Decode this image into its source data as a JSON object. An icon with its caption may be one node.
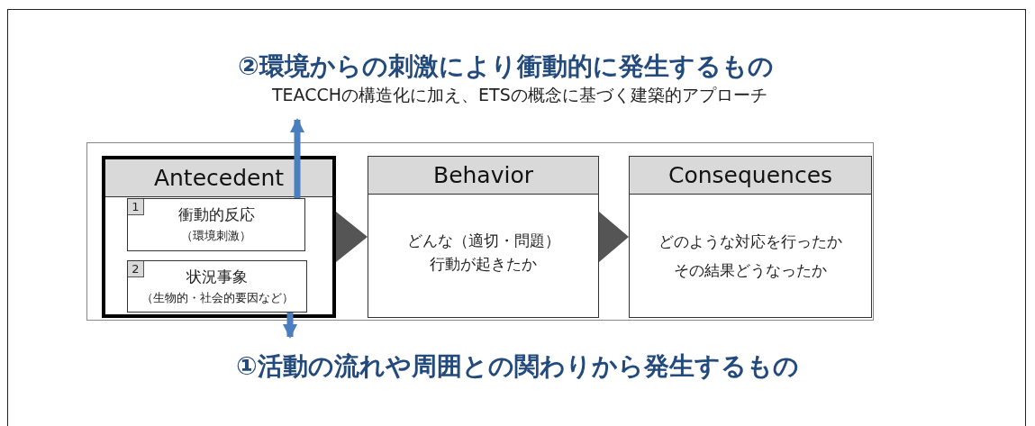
{
  "diagram": {
    "nodes": [
      {
        "text": [
          "②環境からの刺激により衝動的に発生するもの",
          "TEACCHの構造化に加え、ETSの概念に基づく建築的アプローチ"
        ]
      },
      {
        "text": [],
        "shape": "box"
      },
      {
        "text": [
          "Antecedent"
        ],
        "in": 1
      },
      {
        "text": [
          "1",
          "衝動的反応",
          "（環境刺激）"
        ],
        "in": 2
      },
      {
        "text": [
          "2",
          "状況事象",
          "（生物的・社会的要因など）"
        ],
        "in": 2
      },
      {
        "text": [
          "Behavior",
          "どんな（適切・問題）行動が起きたか"
        ],
        "in": 1
      },
      {
        "text": [
          "Consequences",
          "どのような対応を行ったかその結果どうなったか"
        ],
        "in": 1
      },
      {
        "text": [
          "①活動の流れや周囲との関わりから発生するもの"
        ]
      }
    ],
    "edges": [
      {
        "from": 3,
        "to": 0,
        "arrow": "to",
        "color": "#4a7ebf"
      },
      {
        "from": 4,
        "to": 7,
        "arrow": "to",
        "color": "#4a7ebf"
      },
      {
        "from": 2,
        "to": 5,
        "arrow": "to",
        "color": "#555555"
      },
      {
        "from": 5,
        "to": 6,
        "arrow": "to",
        "color": "#555555"
      }
    ]
  }
}
